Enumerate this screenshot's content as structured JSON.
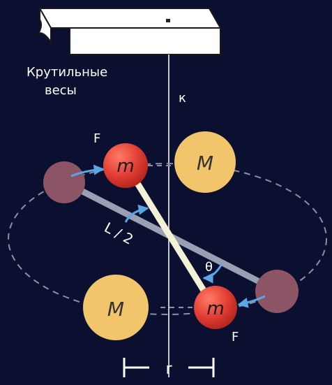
{
  "labels": {
    "title_line1": "Крутильные",
    "title_line2": "весы",
    "fiber": "к",
    "force_top": "F",
    "force_bottom": "F",
    "small_mass": "m",
    "large_mass": "M",
    "half_length": "L / 2",
    "angle": "θ",
    "distance": "r"
  },
  "colors": {
    "background": "#0b1030",
    "small_mass": "#e03c32",
    "large_mass": "#f2c46b",
    "ghost_mass": "#8b5565",
    "arrow": "#5aa7e8",
    "bar": "#f3f1d6",
    "old_bar": "#9aa0b4",
    "orbit": "#8a90a8"
  }
}
